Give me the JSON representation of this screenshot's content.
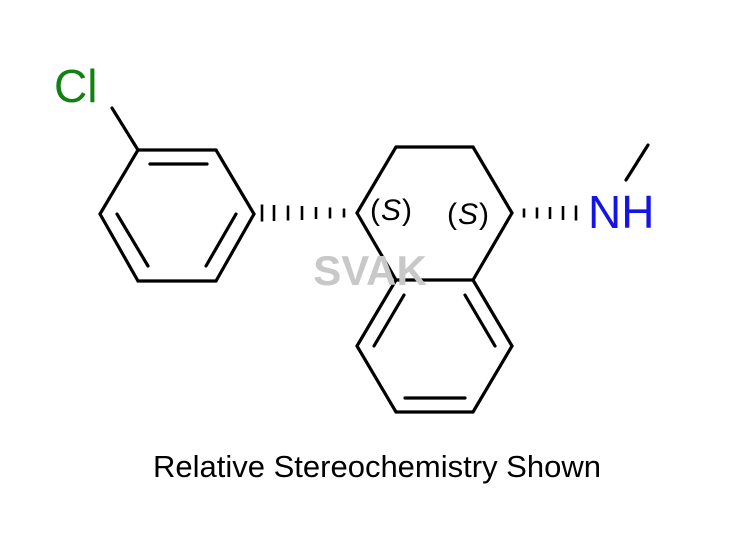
{
  "labels": {
    "chlorine": "Cl",
    "amine": "NH",
    "stereo_left": "S",
    "stereo_right": "S",
    "caption": "Relative Stereochemistry Shown",
    "watermark": "SVAK"
  },
  "colors": {
    "chlorine": "#138013",
    "nitrogen": "#1414e6",
    "bond": "#000000",
    "text": "#000000",
    "watermark": "#c8c8c8"
  }
}
